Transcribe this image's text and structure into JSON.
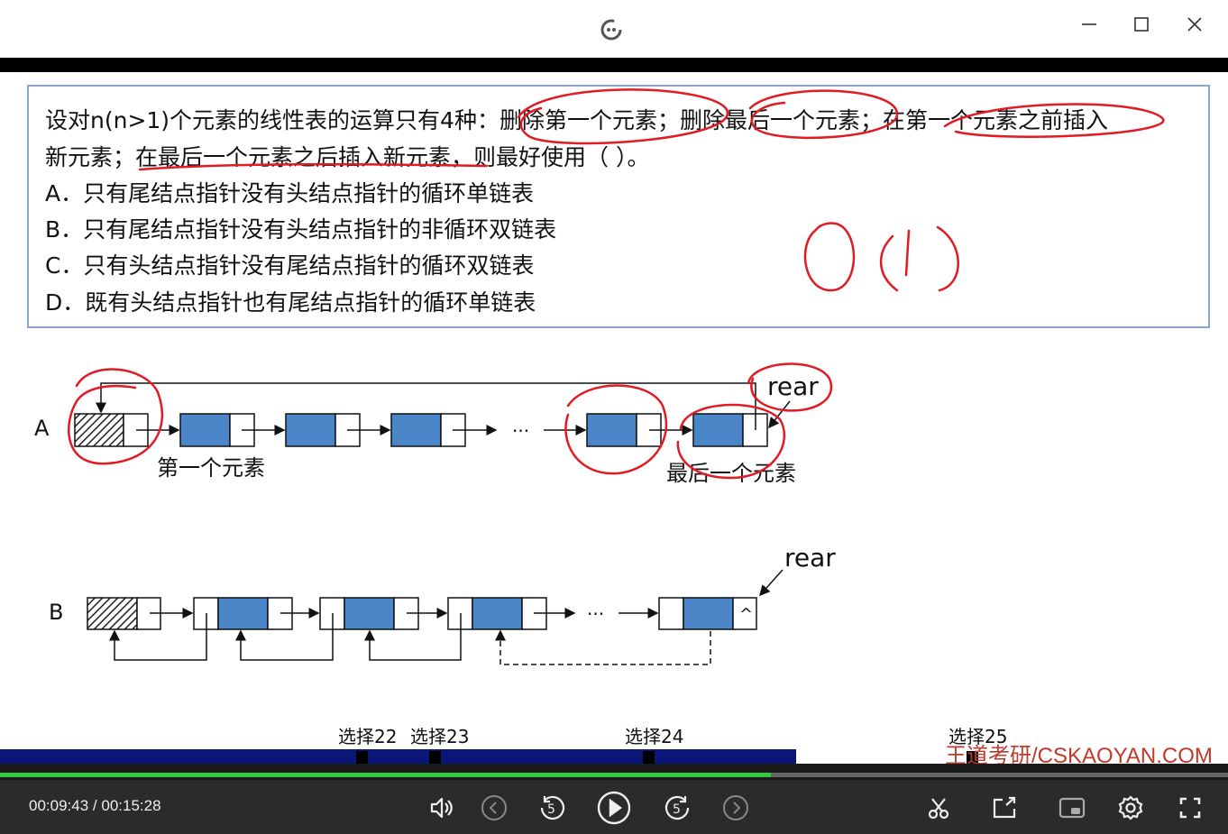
{
  "video": {
    "question": {
      "line1": "设对n(n>1)个元素的线性表的运算只有4种：删除第一个元素；删除最后一个元素；在第一个元素之前插入",
      "line2": "新元素；在最后一个元素之后插入新元素，则最好使用（        ）。",
      "options": [
        "A．只有尾结点指针没有头结点指针的循环单链表",
        "B．只有尾结点指针没有头结点指针的非循环双链表",
        "C．只有头结点指针没有尾结点指针的循环双链表",
        "D．既有头结点指针也有尾结点指针的循环单链表"
      ]
    },
    "annotation": "O(1)",
    "diagram": {
      "a_label": "A",
      "b_label": "B",
      "rear_label": "rear",
      "first_label": "第一个元素",
      "last_label": "最后一个元素",
      "ellipsis": "···",
      "null_mark": "^"
    },
    "chapter_markers": [
      "选择22",
      "选择23",
      "选择24",
      "选择25"
    ],
    "watermark": "王道考研/CSKAOYAN.COM"
  },
  "player": {
    "current_time": "00:09:43",
    "separator": "/",
    "duration": "00:15:28",
    "progress_fraction": 0.628,
    "skip_back_seconds": "5",
    "skip_forward_seconds": "5",
    "icons": [
      "volume-icon",
      "previous-icon",
      "rewind-5-icon",
      "play-icon",
      "forward-5-icon",
      "next-icon",
      "clip-icon",
      "share-icon",
      "picture-in-picture-icon",
      "settings-icon",
      "fullscreen-icon"
    ]
  },
  "colors": {
    "node_fill": "#4a86c8",
    "ink_annotation": "#e01b24",
    "progress": "#2ecc40",
    "control_bar": "#2b2b2b",
    "marker_bar": "#0a1678"
  }
}
